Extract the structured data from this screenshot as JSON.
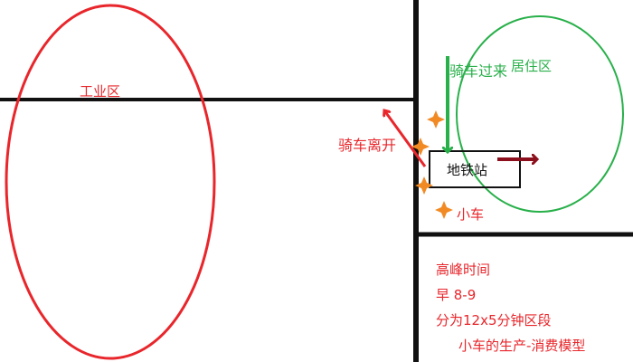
{
  "zones": {
    "industrial_label": "工业区",
    "residential_label": "居住区"
  },
  "flows": {
    "arrive_label": "骑车过来",
    "leave_label": "骑车离开"
  },
  "station": {
    "label": "地铁站"
  },
  "cars": {
    "label": "小车"
  },
  "notes": {
    "line1": "高峰时间",
    "line2": "早 8-9",
    "line3": "分为12x5分钟区段",
    "line4": "小车的生产-消费模型"
  },
  "colors": {
    "red": "#e8262b",
    "green": "#28b04a",
    "dark_red": "#8b0f1c",
    "orange": "#f28a24",
    "black": "#111111"
  },
  "icons": {
    "car_marker": "orange-four-point-star"
  }
}
